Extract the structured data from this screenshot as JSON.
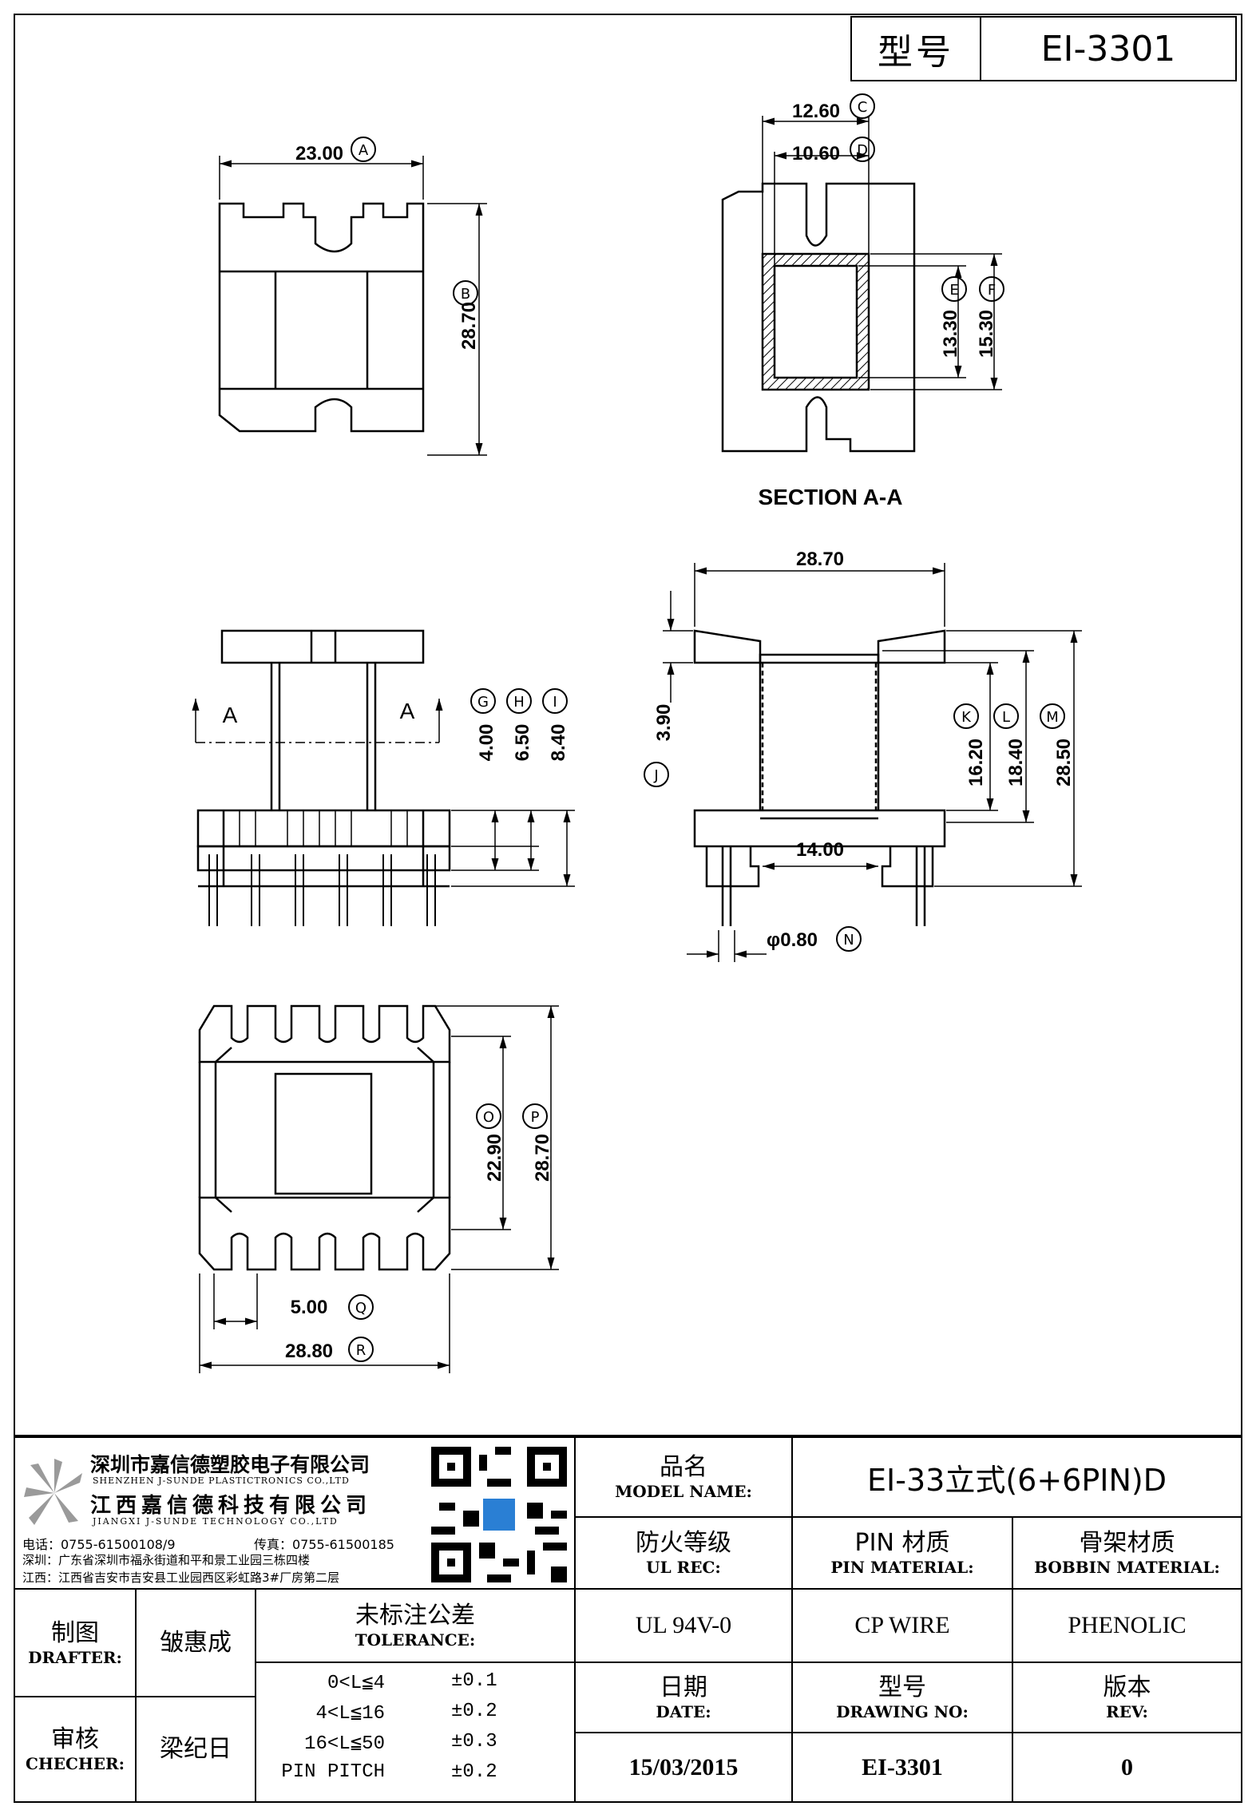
{
  "header": {
    "label": "型号",
    "value": "EI-3301"
  },
  "drawing": {
    "dims": {
      "A": "23.00",
      "B": "28.70",
      "C": "12.60",
      "D": "10.60",
      "E": "13.30",
      "F": "15.30",
      "G": "4.00",
      "H": "6.50",
      "I": "8.40",
      "J": "3.90",
      "K": "16.20",
      "L": "18.40",
      "M": "28.50",
      "top_width": "28.70",
      "inner": "14.00",
      "N": "φ0.80",
      "O": "22.90",
      "P": "28.70",
      "Q": "5.00",
      "R": "28.80"
    },
    "section_label": "SECTION A-A",
    "section_marker": "A"
  },
  "company": {
    "name_sz": "深圳市嘉信德塑胶电子有限公司",
    "name_sz_en": "SHENZHEN J-SUNDE PLASTICTRONICS CO.,LTD",
    "name_jx": "江西嘉信德科技有限公司",
    "name_jx_en": "JIANGXI J-SUNDE TECHNOLOGY CO.,LTD",
    "phone": "电话：0755-61500108/9",
    "fax": "传真：0755-61500185",
    "addr_sz": "深圳：广东省深圳市福永街道和平和景工业园三栋四楼",
    "addr_jx": "江西：江西省吉安市吉安县工业园西区彩虹路3#厂房第二层"
  },
  "titleblock": {
    "model_name_zh": "品名",
    "model_name_en": "MODEL NAME:",
    "model_name_value": "EI-33立式(6+6PIN)D",
    "ul_zh": "防火等级",
    "ul_en": "UL REC:",
    "ul_value": "UL 94V-0",
    "pin_zh": "PIN 材质",
    "pin_en": "PIN MATERIAL:",
    "pin_value": "CP WIRE",
    "bobbin_zh": "骨架材质",
    "bobbin_en": "BOBBIN MATERIAL:",
    "bobbin_value": "PHENOLIC",
    "drafter_zh": "制图",
    "drafter_en": "DRAFTER:",
    "drafter_value": "皱惠成",
    "checker_zh": "审核",
    "checker_en": "CHECHER:",
    "checker_value": "梁纪日",
    "tolerance_zh": "未标注公差",
    "tolerance_en": "TOLERANCE:",
    "tolerances": [
      {
        "range": "0<L≦4",
        "value": "±0.1"
      },
      {
        "range": "4<L≦16",
        "value": "±0.2"
      },
      {
        "range": "16<L≦50",
        "value": "±0.3"
      },
      {
        "range": "PIN PITCH",
        "value": "±0.2"
      }
    ],
    "date_zh": "日期",
    "date_en": "DATE:",
    "date_value": "15/03/2015",
    "drawing_no_zh": "型号",
    "drawing_no_en": "DRAWING NO:",
    "drawing_no_value": "EI-3301",
    "rev_zh": "版本",
    "rev_en": "REV:",
    "rev_value": "0"
  }
}
